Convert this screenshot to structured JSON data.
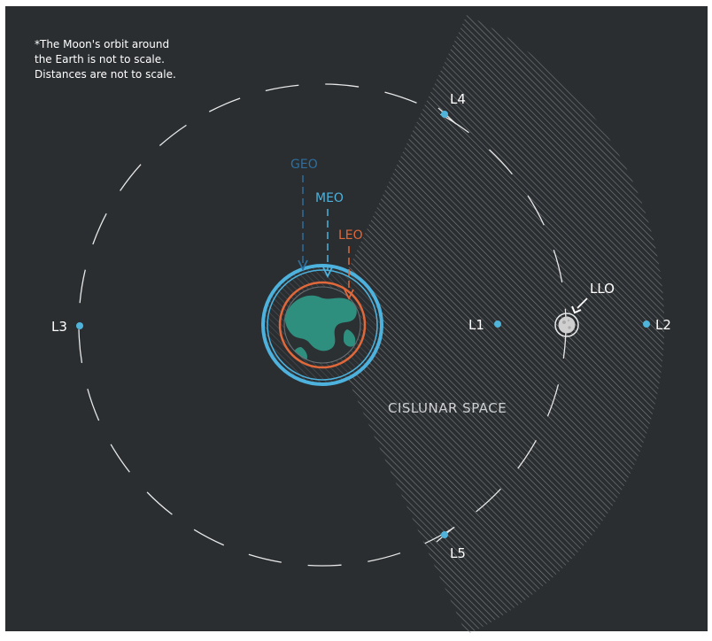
{
  "note": {
    "lines": [
      "*The Moon's orbit around",
      "the Earth is not to scale.",
      "Distances are not to scale."
    ]
  },
  "orbits": {
    "geo": "GEO",
    "meo": "MEO",
    "leo": "LEO",
    "llo": "LLO"
  },
  "lagrange": {
    "l1": "L1",
    "l2": "L2",
    "l3": "L3",
    "l4": "L4",
    "l5": "L5"
  },
  "region": {
    "label": "CISLUNAR SPACE"
  },
  "colors": {
    "background": "#2a2e31",
    "lagrange_point": "#4fb3da",
    "geo": "#2e6f9e",
    "meo": "#4db2dd",
    "leo": "#e0683a",
    "earth_land": "#2f8f7f",
    "earth_ocean": "#2b3033",
    "moon": "#cfcfcf",
    "orbit_dash": "#e8e8e8",
    "hatch": "#8a8c8e"
  }
}
